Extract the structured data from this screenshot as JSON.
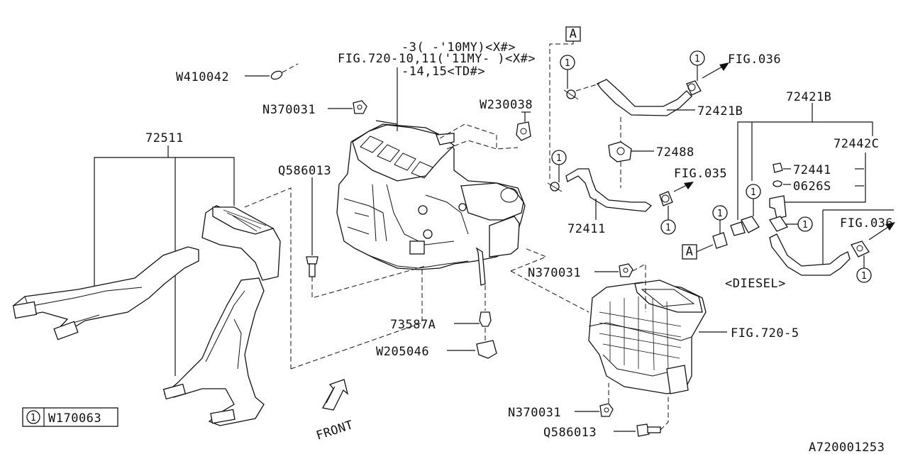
{
  "labels": {
    "w410042": "W410042",
    "n370031_a": "N370031",
    "fig720_line1": "-3( -'10MY)<X#>",
    "fig720_line2": "FIG.720-10,11('11MY- )<X#>",
    "fig720_line3": "-14,15<TD#>",
    "box_a_top": "A",
    "w230038": "W230038",
    "fig036_top": "FIG.036",
    "p72421b_a": "72421B",
    "p72421b_b": "72421B",
    "p72488": "72488",
    "p72442c": "72442C",
    "p72441": "72441",
    "p0626s": "0626S",
    "fig035": "FIG.035",
    "p72411": "72411",
    "p72511": "72511",
    "q586013_a": "Q586013",
    "fig036_right": "FIG.036",
    "box_a_left": "A",
    "diesel": "<DIESEL>",
    "n370031_b": "N370031",
    "p73587a": "73587A",
    "fig720_5": "FIG.720-5",
    "w205046": "W205046",
    "n370031_c": "N370031",
    "q586013_b": "Q586013",
    "front": "FRONT",
    "legend_num": "1",
    "legend_code": "W170063",
    "drawing_id": "A720001253",
    "callout_1": "1"
  }
}
